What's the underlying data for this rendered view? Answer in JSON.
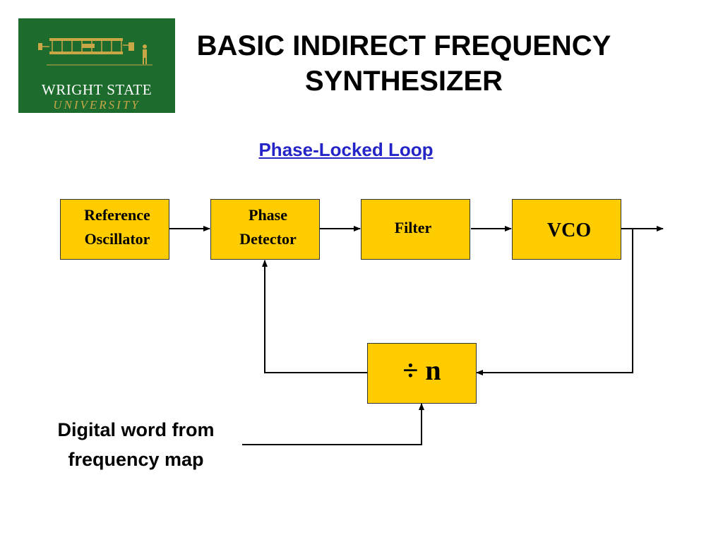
{
  "logo": {
    "line1": "WRIGHT STATE",
    "line2": "UNIVERSITY",
    "icon": "wright-flyer-icon"
  },
  "title": {
    "line1": "BASIC INDIRECT FREQUENCY",
    "line2": "SYNTHESIZER"
  },
  "subtitle": "Phase-Locked Loop",
  "blocks": {
    "reference_oscillator": {
      "line1": "Reference",
      "line2": "Oscillator"
    },
    "phase_detector": {
      "line1": "Phase",
      "line2": "Detector"
    },
    "filter": {
      "line1": "Filter"
    },
    "vco": {
      "line1": "VCO"
    },
    "divider": {
      "line1": "÷ n"
    }
  },
  "caption": {
    "line1": "Digital word from",
    "line2": "frequency map"
  },
  "colors": {
    "block_fill": "#ffcc00",
    "logo_bg": "#1e6b2e",
    "logo_gold": "#c9a646",
    "subtitle": "#2424c8"
  }
}
